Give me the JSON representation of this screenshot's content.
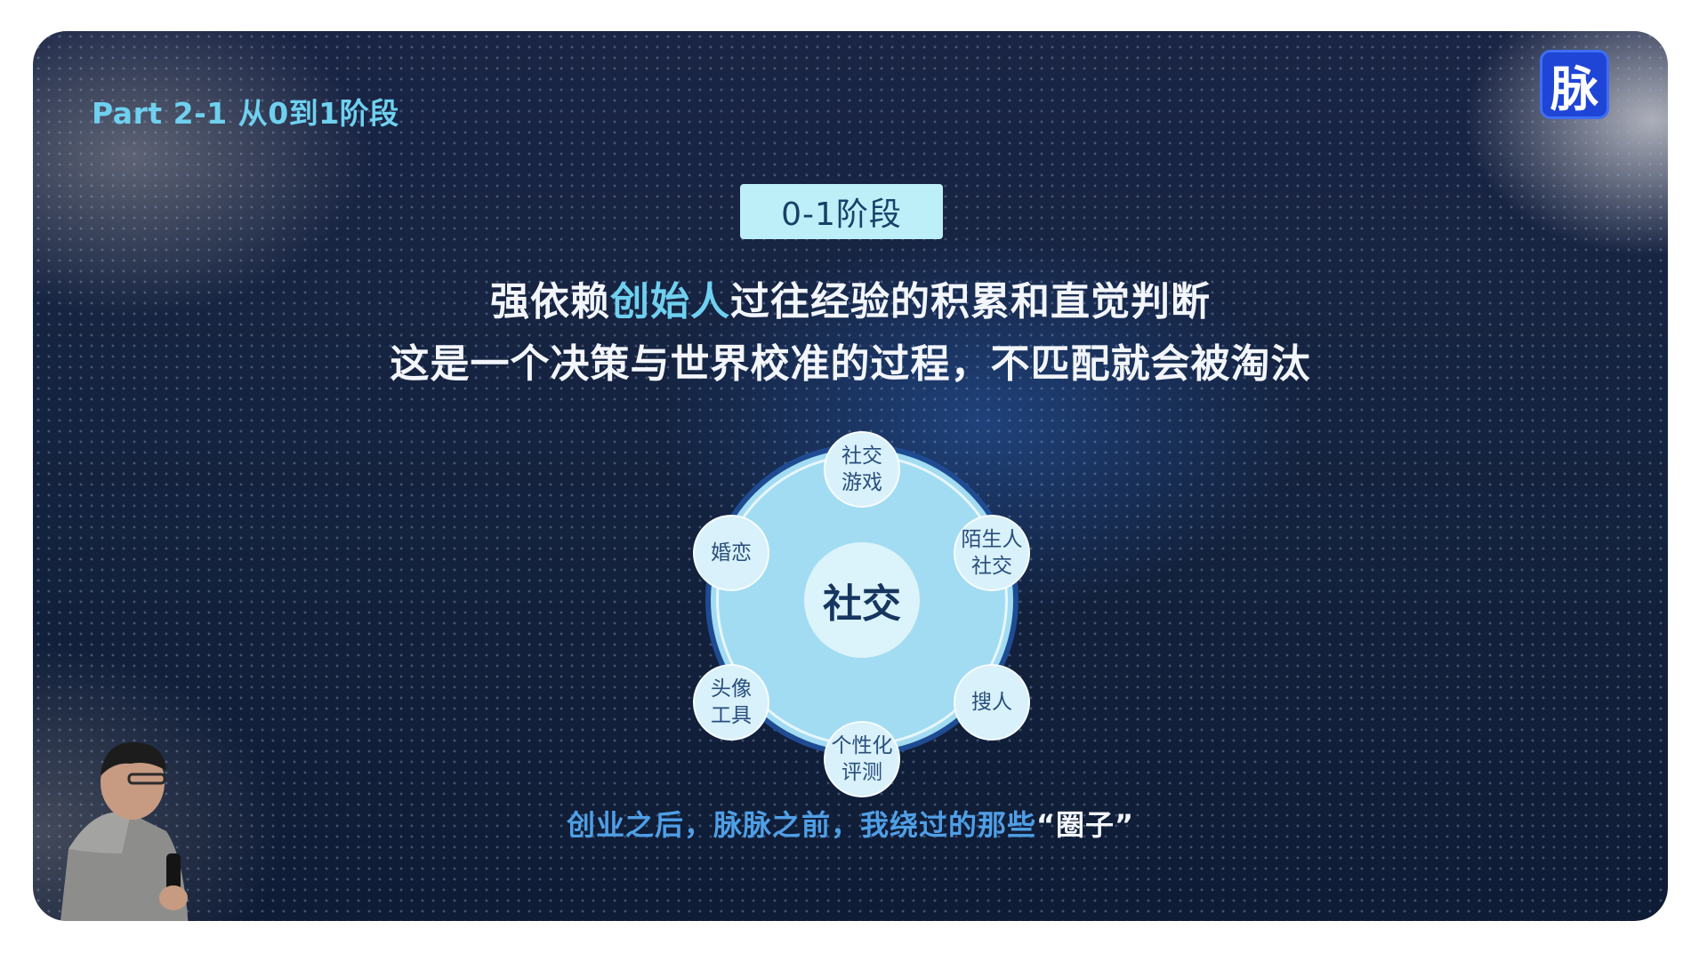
{
  "slide": {
    "part_title": "Part 2-1 从0到1阶段",
    "brand_glyph": "脉",
    "stage_tag": "0-1阶段",
    "headline": {
      "prefix": "强依赖",
      "highlight": "创始人",
      "suffix": "过往经验的积累和直觉判断"
    },
    "subheadline": "这是一个决策与世界校准的过程，不匹配就会被淘汰",
    "caption": {
      "main": "创业之后，脉脉之前，我绕过的那些",
      "quoted": "“圈子”"
    }
  },
  "diagram": {
    "center": "社交",
    "nodes": [
      "社交\n游戏",
      "陌生人\n社交",
      "搜人",
      "个性化\n评测",
      "头像\n工具",
      "婚恋"
    ]
  },
  "colors": {
    "accent_cyan": "#6fd0ef",
    "brand_blue": "#1f45d6",
    "caption_blue": "#4f9fe6",
    "ring_fill": "#a2dcf2"
  }
}
